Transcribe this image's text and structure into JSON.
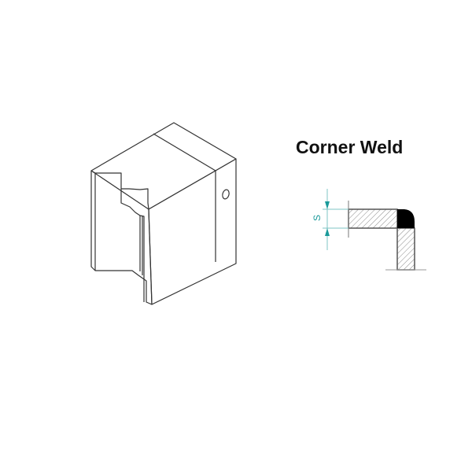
{
  "diagram": {
    "title": "Corner Weld",
    "dimension_label": "S",
    "colors": {
      "line": "#333333",
      "dimension": "#1a9a9a",
      "weld": "#000000",
      "hatch": "#888888",
      "background": "#ffffff"
    },
    "parts": {
      "isometric_block": "Isometric view of a welding die/block with profiled cutout and side hole",
      "cross_section": "Corner weld cross-section: horizontal plate meeting vertical plate with filled weld at corner"
    }
  }
}
